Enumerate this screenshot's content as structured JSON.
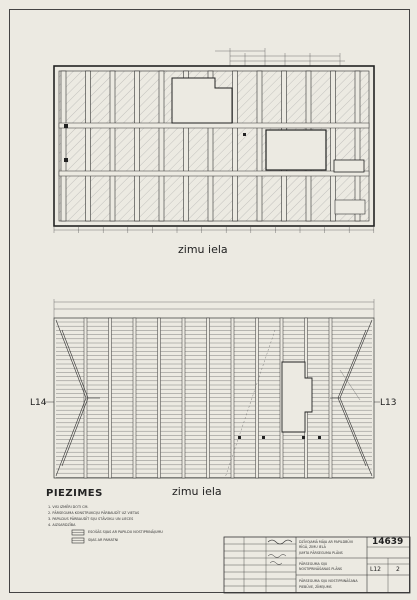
{
  "plan_top": {
    "street_label": "zimu iela"
  },
  "plan_bottom": {
    "street_label": "zimu iela",
    "left_tag": "L14",
    "right_tag": "L13"
  },
  "notes": {
    "title": "PIEZIMES",
    "items": [
      "1. VISI IZMĒRI DOTI CM.",
      "2. PĀRSEGUMA KONSTRUKCIJU PĀRBAUDĪT UZ VIETAS",
      "3. PAPILDUS PĀRBAUDĪT SIJU STĀVOKLI UN LIECES",
      "4. AIZSARDZĪBA"
    ],
    "legend": [
      "ESOŠĀS SIJAS AR PAPILDU NOSTIPRINĀJUMU",
      "SIJAS AR PAMATNI"
    ]
  },
  "title_block": {
    "project_lines": [
      "DZĪVOJAMĀ MĀJA AR PAPILDBŪVI",
      "RĪGĀ, ZIMU IELĀ",
      "JUMTA PĀRSEGUMA PLĀNS"
    ],
    "drawing_lines": [
      "PĀRSEGUMA SIJU",
      "NOSTIPRINĀŠANAS PLĀNS"
    ],
    "footer_lines": [
      "PĀRSEGUMA SIJU NOSTIPRINĀŠANA",
      "PIEBŪVE, ZĪMEJUMS"
    ],
    "sheet_number": "14639",
    "sheet_code": "L12",
    "sheet_index": "2"
  }
}
